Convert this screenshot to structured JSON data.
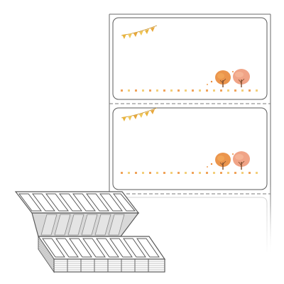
{
  "product": {
    "type": "fanfold-label-sheet",
    "labels_per_sheet_visible": 2,
    "label_style": "autumn-trees-with-bunting"
  },
  "colors": {
    "sheet_border": "#6a6a6a",
    "label_border": "#5a5a5a",
    "perforation": "#7a7a7a",
    "bunting": "#e8b33c",
    "tree_orange": "#e98a3a",
    "tree_pink": "#ee9a7a",
    "dots_orange": "#f0a35a",
    "dots_yellow": "#f3cf7a"
  }
}
